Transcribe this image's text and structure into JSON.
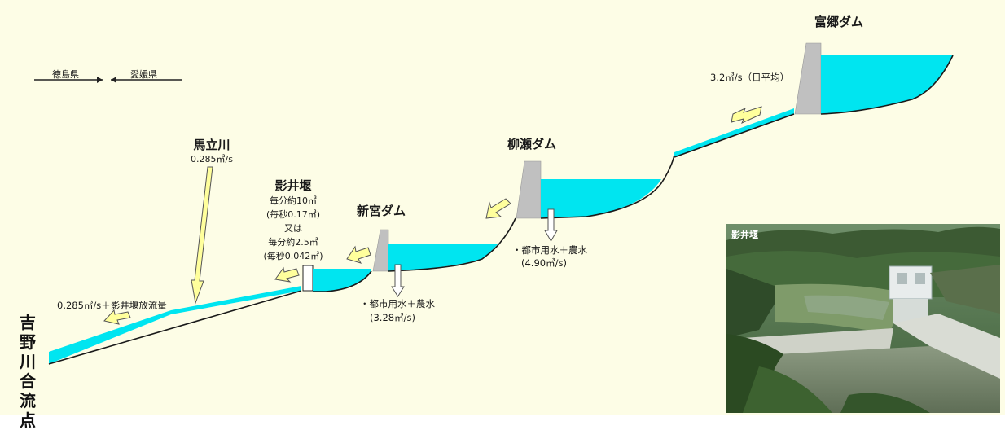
{
  "border_label": {
    "tokushima": "徳島県",
    "ehime": "愛媛県"
  },
  "dams": {
    "tomisato": {
      "name": "富郷ダム",
      "flow": "3.2㎥/s（日平均）"
    },
    "yanase": {
      "name": "柳瀬ダム",
      "use": "・都市用水＋農水",
      "use_flow": "(4.90㎥/s)"
    },
    "shingu": {
      "name": "新宮ダム",
      "use": "・都市用水＋農水",
      "use_flow": "(3.28㎥/s)"
    },
    "kagei": {
      "name": "影井堰",
      "line1": "毎分約10㎥",
      "line2": "(毎秒0.17㎥)",
      "line3": "又は",
      "line4": "毎分約2.5㎥",
      "line5": "(毎秒0.042㎥)"
    }
  },
  "umatate": {
    "name": "馬立川",
    "flow": "0.285㎥/s"
  },
  "outflow_note": "0.285㎥/s＋影井堰放流量",
  "confluence": "吉野川合流点",
  "photo": {
    "caption": "影井堰"
  },
  "colors": {
    "water": "#00e5f0",
    "dam": "#c0c0c0",
    "arrow_fill": "#ffff9c",
    "arrow_stroke": "#555555",
    "background": "#fdfde6"
  }
}
